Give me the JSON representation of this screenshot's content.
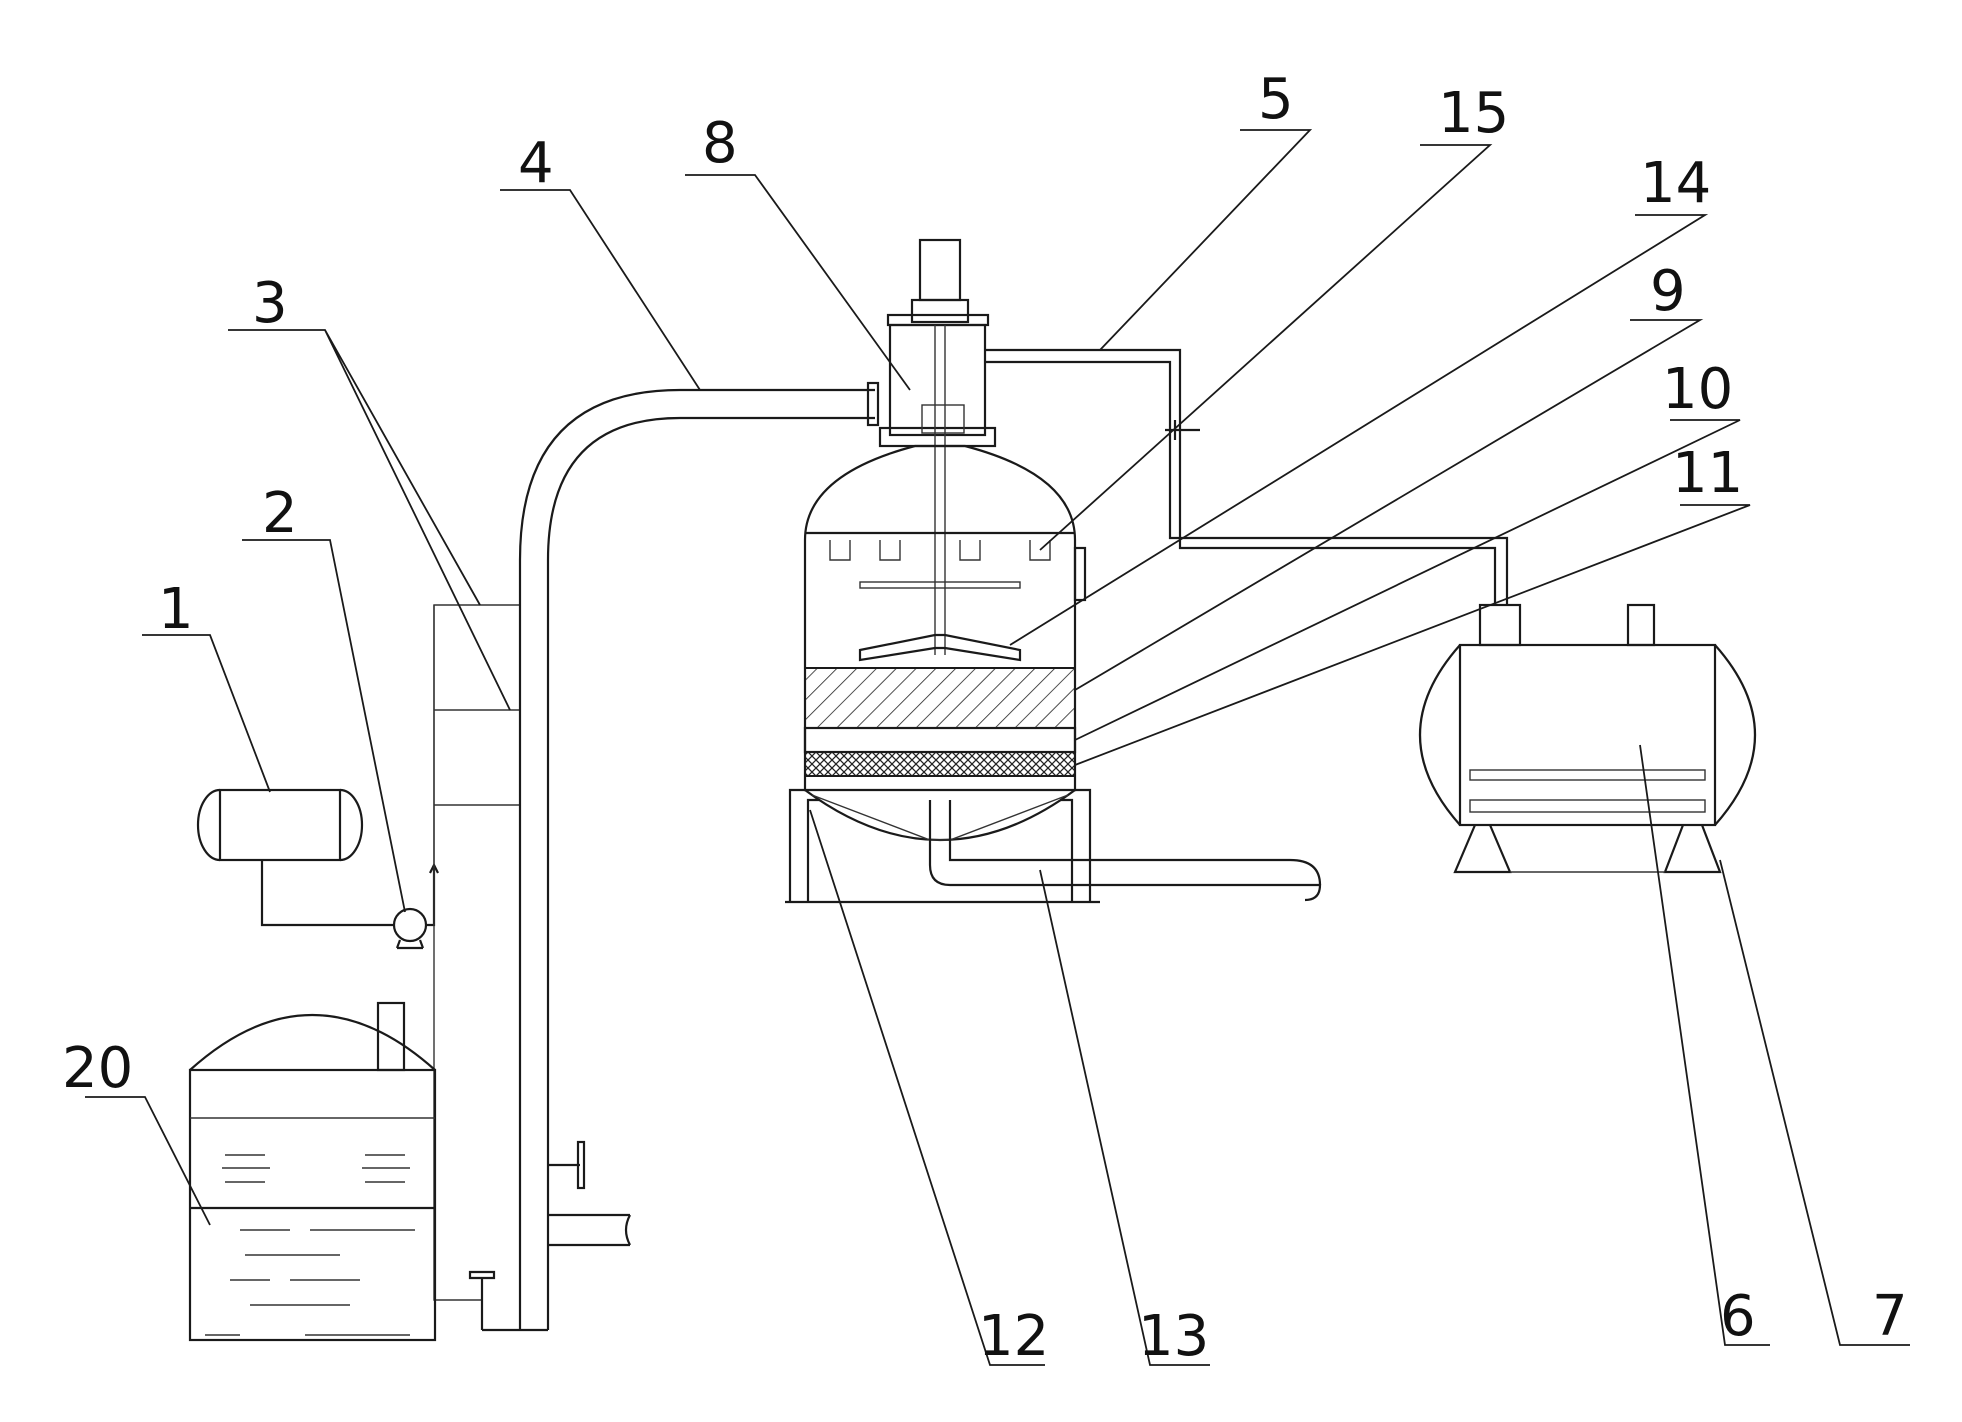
{
  "callouts": [
    {
      "id": "c1",
      "number": "1"
    },
    {
      "id": "c2",
      "number": "2"
    },
    {
      "id": "c3",
      "number": "3"
    },
    {
      "id": "c4",
      "number": "4"
    },
    {
      "id": "c5",
      "number": "5"
    },
    {
      "id": "c6",
      "number": "6"
    },
    {
      "id": "c7",
      "number": "7"
    },
    {
      "id": "c8",
      "number": "8"
    },
    {
      "id": "c9",
      "number": "9"
    },
    {
      "id": "c10",
      "number": "10"
    },
    {
      "id": "c11",
      "number": "11"
    },
    {
      "id": "c12",
      "number": "12"
    },
    {
      "id": "c13",
      "number": "13"
    },
    {
      "id": "c14",
      "number": "14"
    },
    {
      "id": "c15",
      "number": "15"
    },
    {
      "id": "c20",
      "number": "20"
    }
  ]
}
